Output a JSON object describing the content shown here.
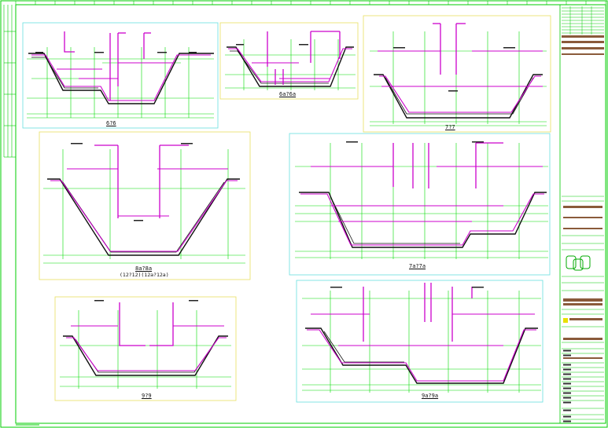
{
  "palette": {
    "background": "#ffffff",
    "frame": "#00cc00",
    "grid": "#00dd00",
    "section_outline": "#111111",
    "rebar": "#cc00cc",
    "frame_cyan": "#66e0e0",
    "frame_yellow": "#e8e060",
    "title_block_brown": "#8a5a3a",
    "title_block_yellow": "#e8e000"
  },
  "drawings": [
    {
      "id": "d1",
      "label": "6?6",
      "label2": ""
    },
    {
      "id": "d2",
      "label": "6a?6a",
      "label2": ""
    },
    {
      "id": "d3",
      "label": "7?7",
      "label2": ""
    },
    {
      "id": "d4",
      "label": "8a?8a",
      "label2": "(12?12)(12a?12a)"
    },
    {
      "id": "d5",
      "label": "7a?7a",
      "label2": ""
    },
    {
      "id": "d6",
      "label": "9?9",
      "label2": ""
    },
    {
      "id": "d7",
      "label": "9a?9a",
      "label2": ""
    }
  ],
  "title_block": {
    "logo_icon": "company-logo-icon"
  }
}
